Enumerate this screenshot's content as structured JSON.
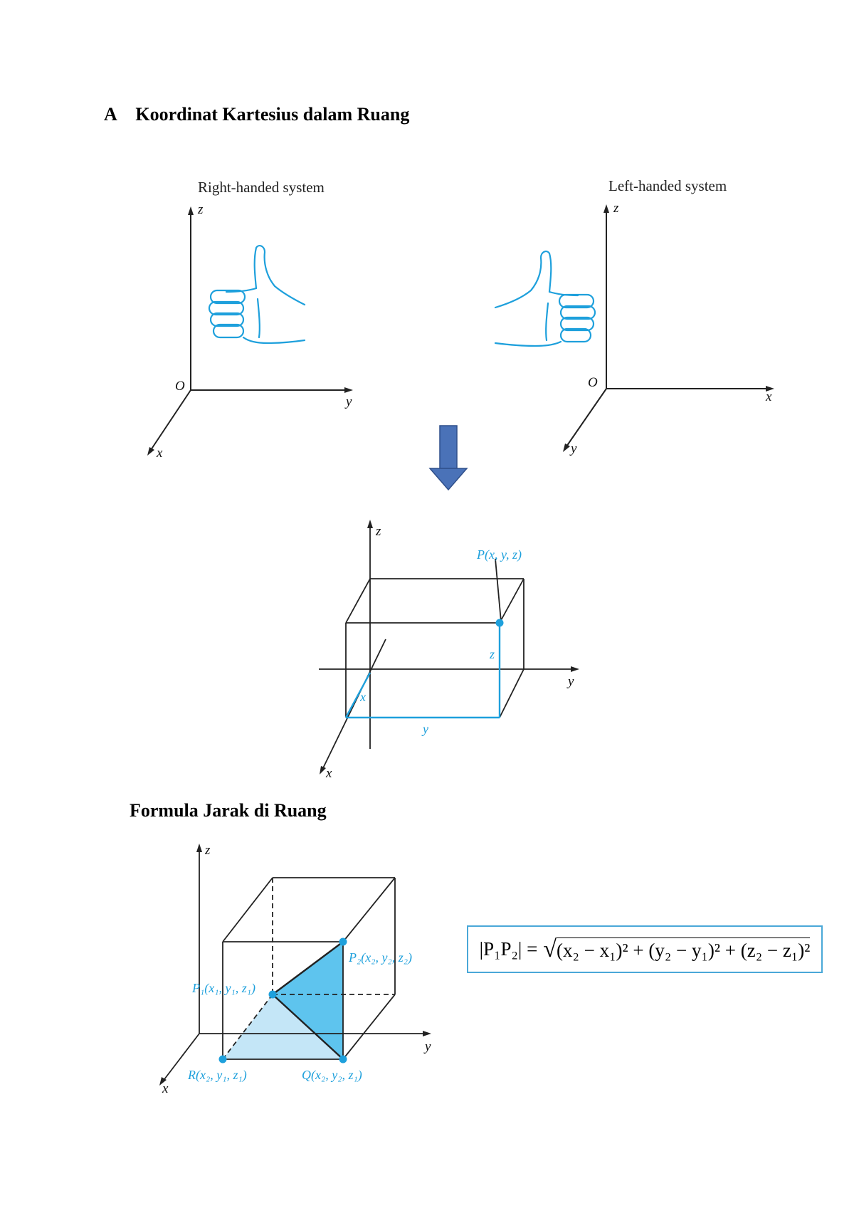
{
  "section": {
    "letter": "A",
    "title": "Koordinat Kartesius dalam Ruang"
  },
  "systems": {
    "right": {
      "label": "Right-handed system",
      "axes": {
        "origin": "O",
        "z": "z",
        "y": "y",
        "x": "x"
      }
    },
    "left": {
      "label": "Left-handed system",
      "axes": {
        "origin": "O",
        "z": "z",
        "x": "x",
        "y": "y"
      }
    }
  },
  "arrow_color": "#4a72b8",
  "box_diagram": {
    "point_label": "P(x, y, z)",
    "axes": {
      "z": "z",
      "y": "y",
      "x": "x"
    },
    "edge_labels": {
      "x": "x",
      "y": "y",
      "z": "z"
    }
  },
  "distance": {
    "title": "Formula Jarak di Ruang",
    "axes": {
      "z": "z",
      "y": "y",
      "x": "x"
    },
    "points": {
      "p1": "P₁(x₁, y₁, z₁)",
      "p2": "P₂(x₂, y₂, z₂)",
      "r": "R(x₂, y₁, z₁)",
      "q": "Q(x₂, y₂, z₁)"
    },
    "formula_lhs": "|P₁P₂| =",
    "formula_rhs": "(x₂ − x₁)² + (y₂ − y₁)² + (z₂ − z₁)²"
  },
  "colors": {
    "accent_blue": "#1ea0dc",
    "light_blue": "#c4e6f7",
    "mid_blue": "#5ec4ee"
  }
}
